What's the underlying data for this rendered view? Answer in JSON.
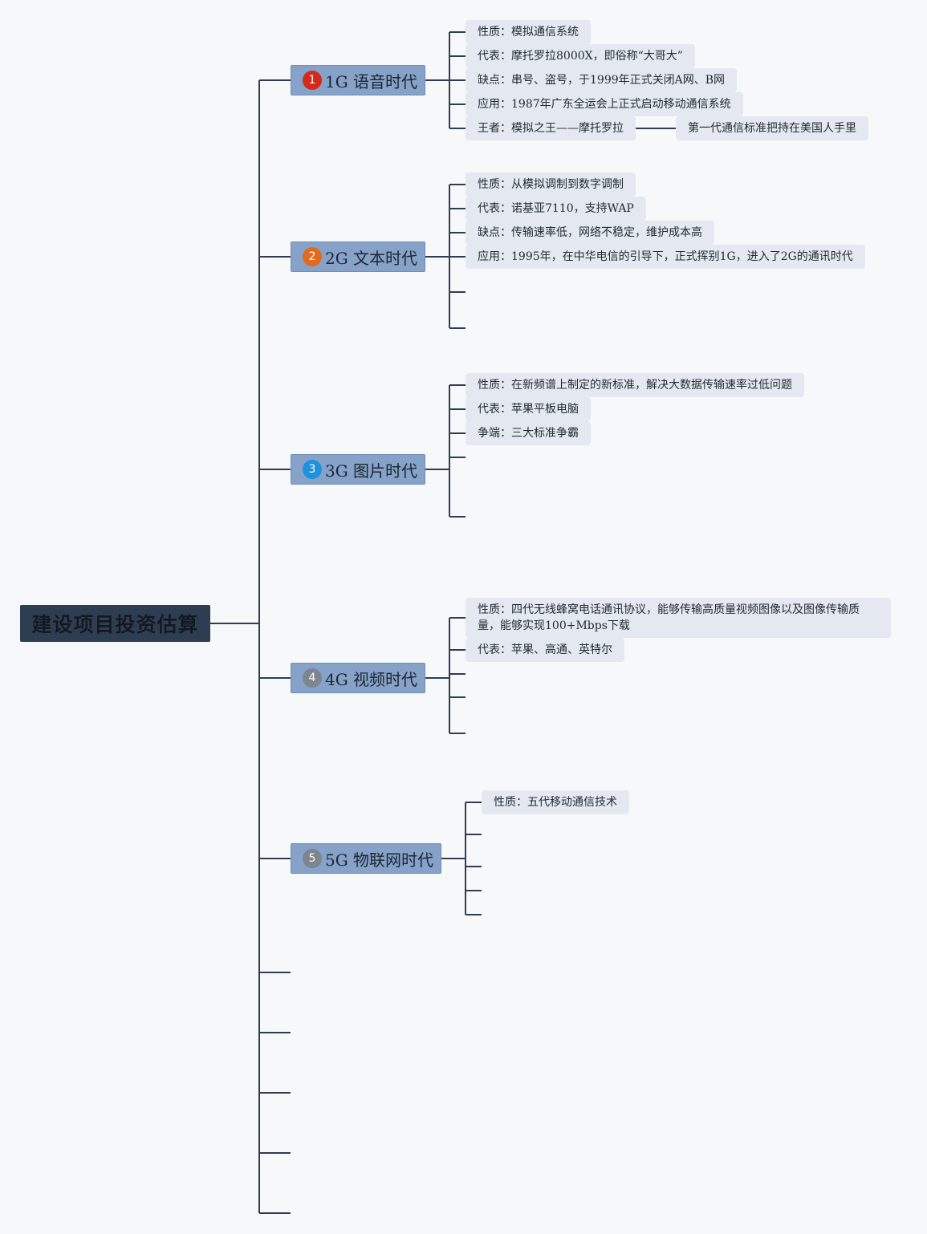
{
  "root": {
    "title": "建设项目投资估算"
  },
  "branches": [
    {
      "marker": "1",
      "marker_color": "#d42a1a",
      "label": "1G 语音时代",
      "leaves": [
        "性质：模拟通信系统",
        "代表：摩托罗拉8000X，即俗称“大哥大”",
        "缺点：串号、盗号，于1999年正式关闭A网、B网",
        "应用：1987年广东全运会上正式启动移动通信系统",
        "王者：模拟之王——摩托罗拉"
      ],
      "sub_leaf": "第一代通信标准把持在美国人手里"
    },
    {
      "marker": "2",
      "marker_color": "#e36a1d",
      "label": "2G 文本时代",
      "leaves": [
        "性质：从模拟调制到数字调制",
        "代表：诺基亚7110，支持WAP",
        "缺点：传输速率低，网络不稳定，维护成本高",
        "应用：1995年，在中华电信的引导下，正式挥别1G，进入了2G的通讯时代"
      ]
    },
    {
      "marker": "3",
      "marker_color": "#1f92de",
      "label": "3G 图片时代",
      "leaves": [
        "性质：在新频谱上制定的新标准，解决大数据传输速率过低问题",
        "代表：苹果平板电脑",
        "争端：三大标准争霸"
      ]
    },
    {
      "marker": "4",
      "marker_color": "#7d858f",
      "label": "4G 视频时代",
      "leaves": [
        "性质：四代无线蜂窝电话通讯协议，能够传输高质量视频图像以及图像传输质量，能够实现100+Mbps下载",
        "代表：苹果、高通、英特尔"
      ]
    },
    {
      "marker": "5",
      "marker_color": "#7d858f",
      "label": "5G 物联网时代",
      "leaves": [
        "性质：五代移动通信技术"
      ]
    }
  ]
}
